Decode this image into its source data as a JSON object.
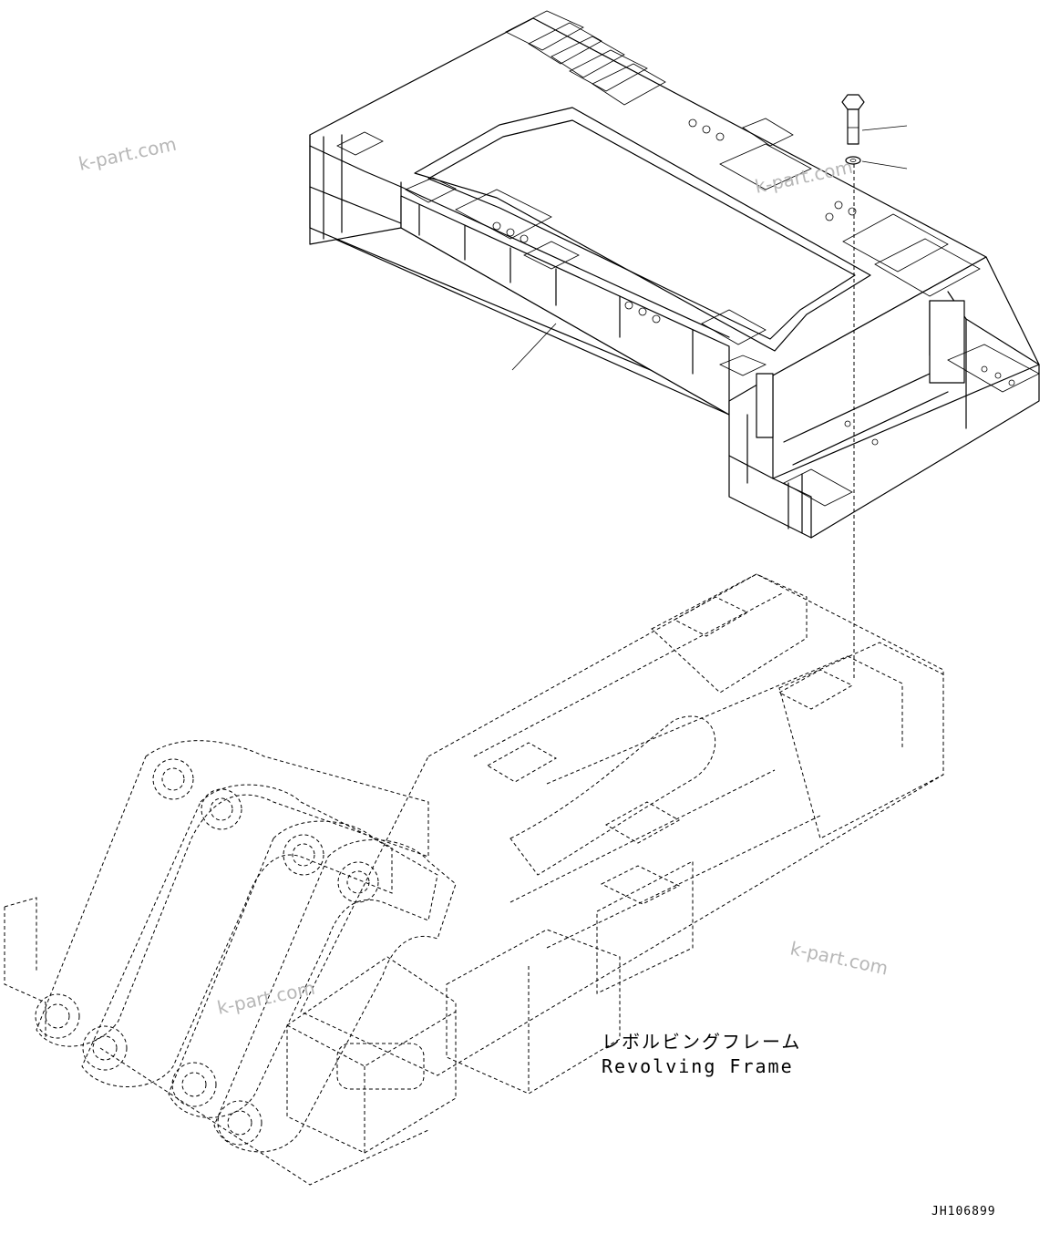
{
  "watermarks": [
    "k-part.com",
    "k-part.com",
    "k-part.com",
    "k-part.com"
  ],
  "parts": {
    "upper_frame": "upper-frame",
    "bolt": "bolt",
    "washer": "washer",
    "revolving_frame": "revolving-frame"
  },
  "labels": {
    "revolving_frame_jp": "レボルビングフレーム",
    "revolving_frame_en": "Revolving Frame",
    "drawing_code": "JH106899"
  }
}
